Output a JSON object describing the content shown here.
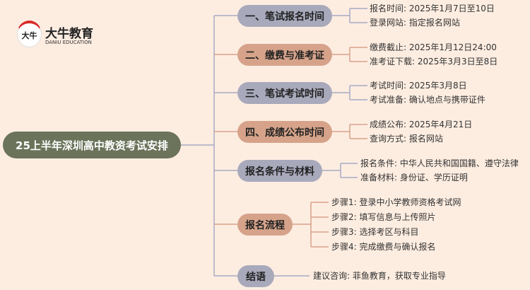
{
  "logo": {
    "name": "大牛教育",
    "sub": "DANIU EDUCATION",
    "mark": "大牛"
  },
  "root": "25上半年深圳高中教资考试安排",
  "branches": [
    {
      "label": "一、笔试报名时间",
      "color": "grey",
      "leaves": [
        "报名时间: 2025年1月7日至10日",
        "登录网站: 指定报名网站"
      ]
    },
    {
      "label": "二、缴费与准考证",
      "color": "tan",
      "leaves": [
        "缴费截止: 2025年1月12日24:00",
        "准考证下载: 2025年3月3日至8日"
      ]
    },
    {
      "label": "三、笔试考试时间",
      "color": "grey",
      "leaves": [
        "考试时间: 2025年3月8日",
        "考试准备: 确认地点与携带证件"
      ]
    },
    {
      "label": "四、成绩公布时间",
      "color": "tan",
      "leaves": [
        "成绩公布: 2025年4月21日",
        "查询方式: 报名网站"
      ]
    },
    {
      "label": "报名条件与材料",
      "color": "grey",
      "leaves": [
        "报名条件: 中华人民共和国国籍、遵守法律",
        "准备材料: 身份证、学历证明"
      ]
    },
    {
      "label": "报名流程",
      "color": "tan",
      "leaves": [
        "步骤1: 登录中小学教师资格考试网",
        "步骤2: 填写信息与上传照片",
        "步骤3: 选择考区与科目",
        "步骤4: 完成缴费与确认报名"
      ]
    },
    {
      "label": "结语",
      "color": "grey",
      "leaves": [
        "建议咨询: 菲鱼教育，获取专业指导"
      ]
    }
  ]
}
